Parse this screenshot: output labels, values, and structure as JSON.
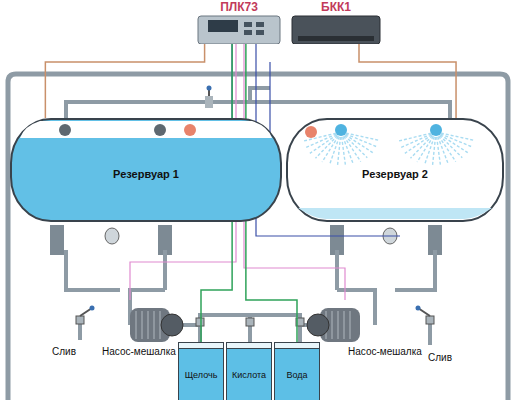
{
  "diagram": {
    "nodes": [
      {
        "text": [
          "ПЛК73"
        ]
      },
      {
        "text": [
          "БКК1"
        ]
      },
      {
        "text": [
          "Резервуар 1"
        ]
      },
      {
        "text": [
          "Резервуар 2"
        ]
      },
      {
        "text": [
          "Щелочь"
        ]
      },
      {
        "text": [
          "Кислота"
        ]
      },
      {
        "text": [
          "Вода"
        ]
      }
    ],
    "edges": [
      {
        "from": 0,
        "to": 2,
        "arrow": "none"
      },
      {
        "from": 1,
        "to": 3,
        "arrow": "none"
      },
      {
        "from": 0,
        "to": 4,
        "arrow": "none"
      },
      {
        "from": 0,
        "to": 6,
        "arrow": "none"
      }
    ],
    "labels": [
      "Слив",
      "Насос-мешалка",
      "Насос-мешалка",
      "Слив"
    ]
  }
}
